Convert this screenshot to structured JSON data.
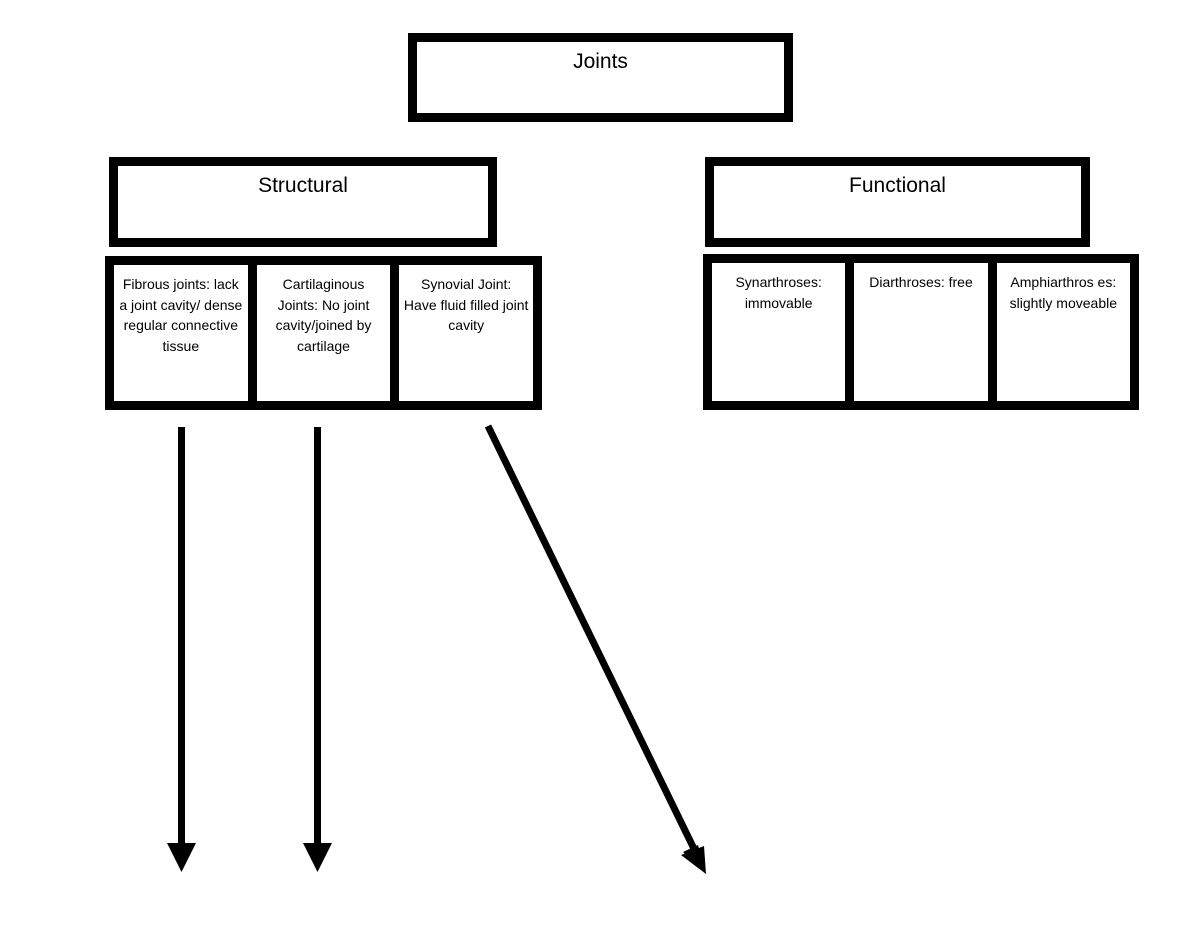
{
  "diagram": {
    "title": "Joints",
    "root": {
      "label": "Joints"
    },
    "branches": [
      {
        "id": "structural",
        "label": "Structural",
        "children": [
          {
            "id": "fibrous",
            "label": "Fibrous joints: lack a joint cavity/ dense regular connective tissue"
          },
          {
            "id": "cartilaginous",
            "label": "Cartilaginous Joints: No joint cavity/joined by cartilage"
          },
          {
            "id": "synovial",
            "label": "Synovial Joint: Have fluid filled joint cavity"
          }
        ]
      },
      {
        "id": "functional",
        "label": "Functional",
        "children": [
          {
            "id": "synarthroses",
            "label": "Synarthroses: immovable"
          },
          {
            "id": "diarthroses",
            "label": "Diarthroses: free"
          },
          {
            "id": "amphiarthroses",
            "label": "Amphiarthros es: slightly moveable"
          }
        ]
      }
    ],
    "connectors": [
      {
        "id": "arrow-fibrous",
        "from": "fibrous",
        "direction": "down",
        "style": "solid-arrow"
      },
      {
        "id": "arrow-cartilaginous",
        "from": "cartilaginous",
        "direction": "down",
        "style": "solid-arrow"
      },
      {
        "id": "arrow-synovial",
        "from": "synovial",
        "direction": "diagonal-down-right",
        "style": "solid-arrow"
      }
    ]
  },
  "colors": {
    "background": "#ffffff",
    "stroke": "#000000",
    "fill": "#ffffff",
    "text": "#000000"
  }
}
